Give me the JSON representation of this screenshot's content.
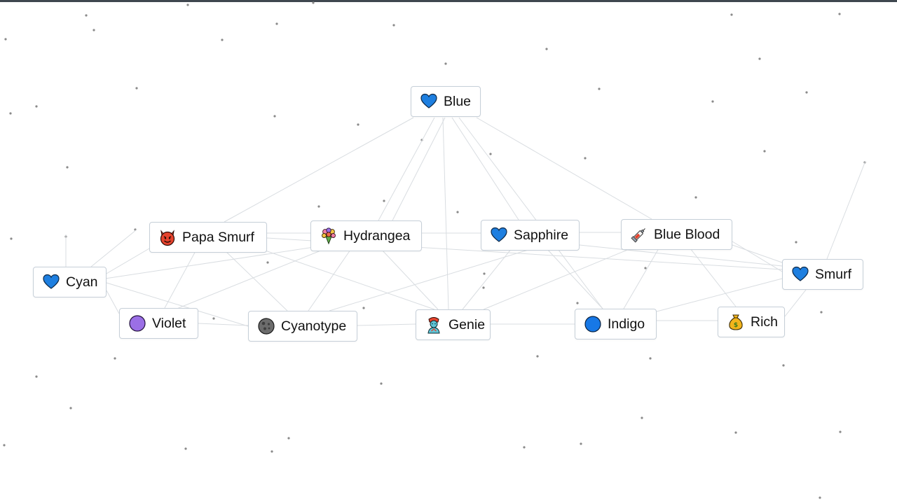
{
  "elements": [
    {
      "id": "blue",
      "label": "Blue",
      "icon": "blue-heart-icon"
    },
    {
      "id": "papa-smurf",
      "label": "Papa Smurf",
      "icon": "devil-face-icon"
    },
    {
      "id": "hydrangea",
      "label": "Hydrangea",
      "icon": "bouquet-icon"
    },
    {
      "id": "sapphire",
      "label": "Sapphire",
      "icon": "blue-heart-icon"
    },
    {
      "id": "blue-blood",
      "label": "Blue Blood",
      "icon": "syringe-icon"
    },
    {
      "id": "cyan",
      "label": "Cyan",
      "icon": "blue-heart-icon"
    },
    {
      "id": "smurf",
      "label": "Smurf",
      "icon": "blue-heart-icon"
    },
    {
      "id": "violet",
      "label": "Violet",
      "icon": "purple-circle-icon"
    },
    {
      "id": "cyanotype",
      "label": "Cyanotype",
      "icon": "moon-icon"
    },
    {
      "id": "genie",
      "label": "Genie",
      "icon": "genie-icon"
    },
    {
      "id": "indigo",
      "label": "Indigo",
      "icon": "blue-circle-icon"
    },
    {
      "id": "rich",
      "label": "Rich",
      "icon": "money-bag-icon"
    }
  ],
  "colors": {
    "heart": "#1e7fe0",
    "devil": "#e5432d",
    "purple": "#9b6fe6",
    "blue_circle": "#1778e6",
    "moon": "#6c6c6c",
    "money_bag": "#f2b41c",
    "node_border": "#c6cfd8",
    "edge": "#d9dde1"
  }
}
